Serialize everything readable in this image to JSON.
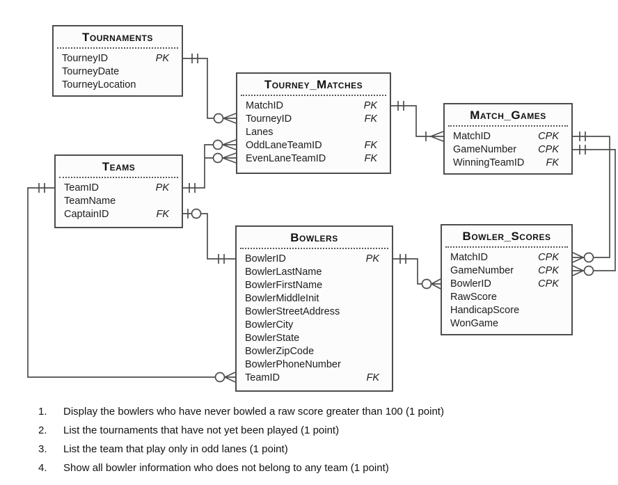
{
  "diagram": {
    "entities": [
      {
        "id": "tournaments",
        "title": "Tournaments",
        "fields": [
          {
            "name": "TourneyID",
            "key": "PK"
          },
          {
            "name": "TourneyDate",
            "key": ""
          },
          {
            "name": "TourneyLocation",
            "key": ""
          }
        ]
      },
      {
        "id": "tourney-matches",
        "title": "Tourney_Matches",
        "fields": [
          {
            "name": "MatchID",
            "key": "PK"
          },
          {
            "name": "TourneyID",
            "key": "FK"
          },
          {
            "name": "Lanes",
            "key": ""
          },
          {
            "name": "OddLaneTeamID",
            "key": "FK"
          },
          {
            "name": "EvenLaneTeamID",
            "key": "FK"
          }
        ]
      },
      {
        "id": "match-games",
        "title": "Match_Games",
        "fields": [
          {
            "name": "MatchID",
            "key": "CPK"
          },
          {
            "name": "GameNumber",
            "key": "CPK"
          },
          {
            "name": "WinningTeamID",
            "key": "FK"
          }
        ]
      },
      {
        "id": "teams",
        "title": "Teams",
        "fields": [
          {
            "name": "TeamID",
            "key": "PK"
          },
          {
            "name": "TeamName",
            "key": ""
          },
          {
            "name": "CaptainID",
            "key": "FK"
          }
        ]
      },
      {
        "id": "bowlers",
        "title": "Bowlers",
        "fields": [
          {
            "name": "BowlerID",
            "key": "PK"
          },
          {
            "name": "BowlerLastName",
            "key": ""
          },
          {
            "name": "BowlerFirstName",
            "key": ""
          },
          {
            "name": "BowlerMiddleInit",
            "key": ""
          },
          {
            "name": "BowlerStreetAddress",
            "key": ""
          },
          {
            "name": "BowlerCity",
            "key": ""
          },
          {
            "name": "BowlerState",
            "key": ""
          },
          {
            "name": "BowlerZipCode",
            "key": ""
          },
          {
            "name": "BowlerPhoneNumber",
            "key": ""
          },
          {
            "name": "TeamID",
            "key": "FK"
          }
        ]
      },
      {
        "id": "bowler-scores",
        "title": "Bowler_Scores",
        "fields": [
          {
            "name": "MatchID",
            "key": "CPK"
          },
          {
            "name": "GameNumber",
            "key": "CPK"
          },
          {
            "name": "BowlerID",
            "key": "CPK"
          },
          {
            "name": "RawScore",
            "key": ""
          },
          {
            "name": "HandicapScore",
            "key": ""
          },
          {
            "name": "WonGame",
            "key": ""
          }
        ]
      }
    ],
    "colors": {
      "line": "#4d4d4d",
      "text": "#1c1c1c",
      "entity_bg": "#fcfcfc"
    }
  },
  "questions": {
    "items": [
      {
        "number": "1.",
        "text": "Display the bowlers who have never bowled a raw score greater than 100 (1 point)"
      },
      {
        "number": "2.",
        "text": "List the tournaments that have not yet been played (1 point)"
      },
      {
        "number": "3.",
        "text": "List the team that play only in odd lanes (1 point)"
      },
      {
        "number": "4.",
        "text": "Show all bowler information who does not belong to any team (1 point)"
      }
    ]
  }
}
